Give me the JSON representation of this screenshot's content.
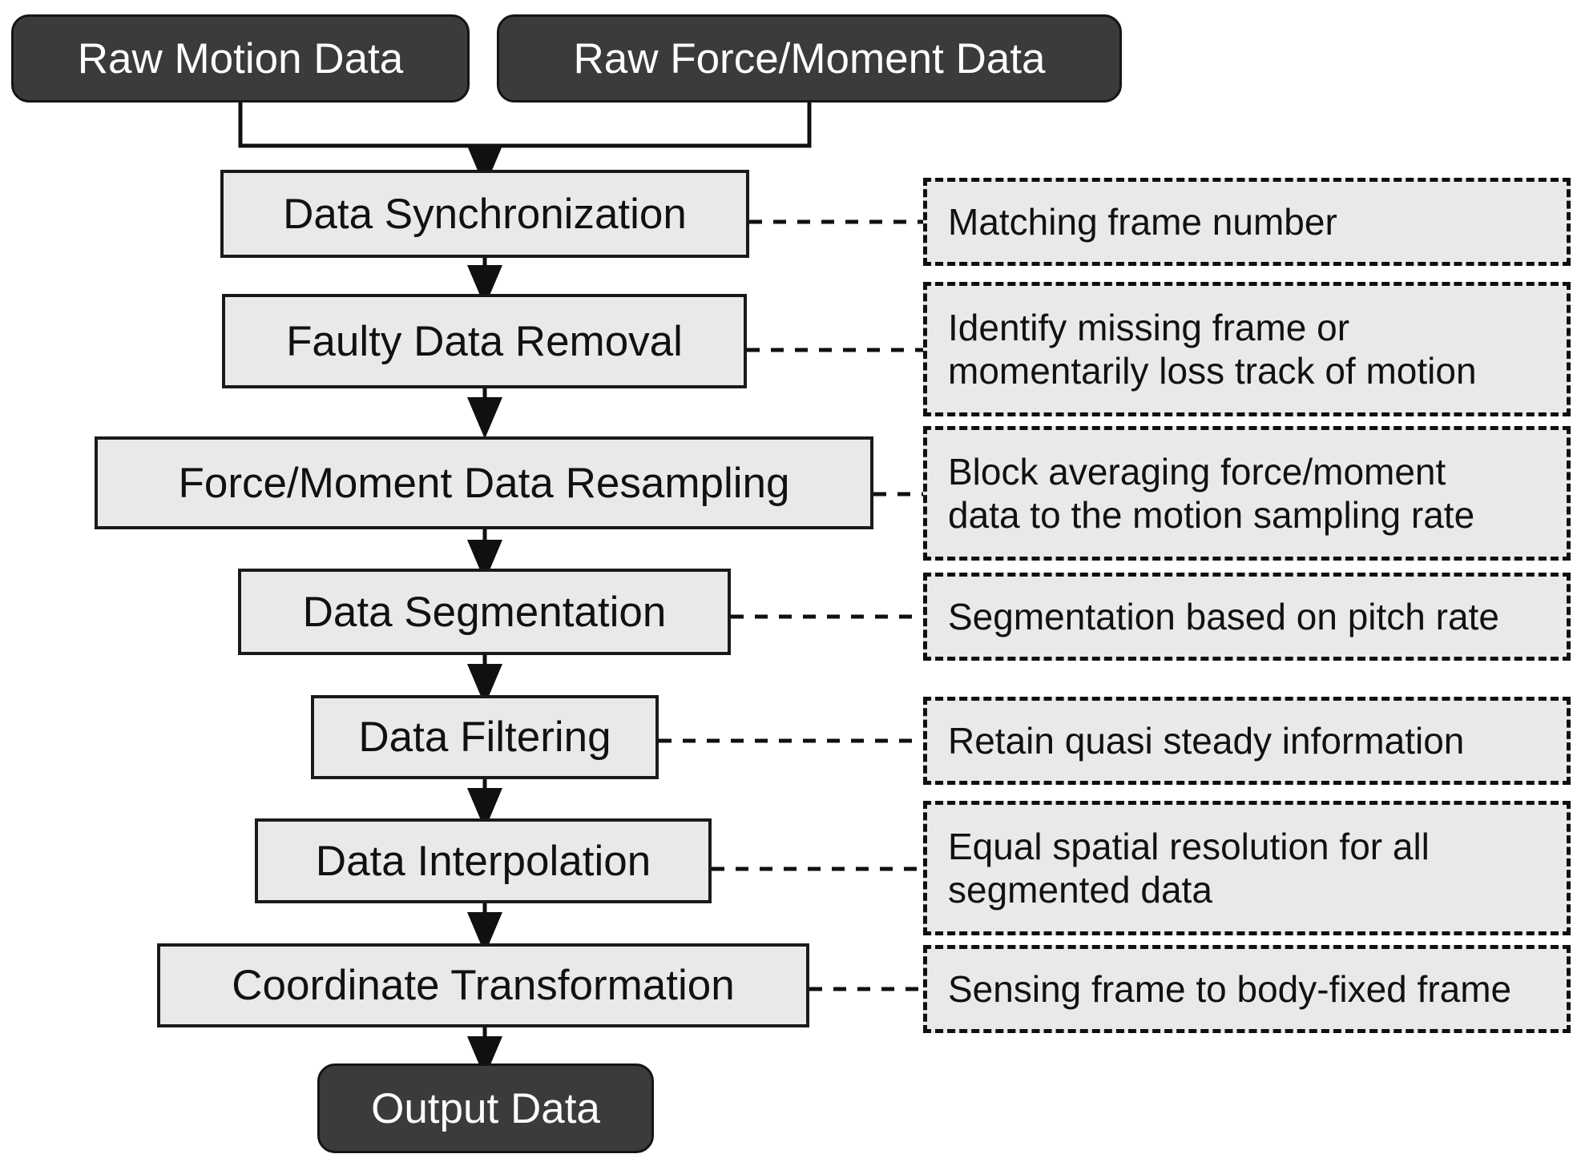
{
  "diagram": {
    "title": "Data processing pipeline flowchart",
    "colors": {
      "terminal_fill": "#3b3b3b",
      "terminal_text": "#ffffff",
      "process_fill": "#e9e9e9",
      "note_fill": "#e9e9e9",
      "stroke": "#101010",
      "background": "#ffffff"
    },
    "inputs": [
      {
        "label": "Raw Motion Data"
      },
      {
        "label": "Raw Force/Moment Data"
      }
    ],
    "steps": [
      {
        "label": "Data Synchronization",
        "note": [
          "Matching frame number"
        ]
      },
      {
        "label": "Faulty Data Removal",
        "note": [
          "Identify missing frame or",
          "momentarily loss track of motion"
        ]
      },
      {
        "label": "Force/Moment Data Resampling",
        "note": [
          "Block averaging force/moment",
          "data to the motion sampling rate"
        ]
      },
      {
        "label": "Data Segmentation",
        "note": [
          "Segmentation based on pitch rate"
        ]
      },
      {
        "label": "Data Filtering",
        "note": [
          "Retain quasi steady information"
        ]
      },
      {
        "label": "Data Interpolation",
        "note": [
          "Equal spatial resolution for all",
          "segmented data"
        ]
      },
      {
        "label": "Coordinate Transformation",
        "note": [
          "Sensing frame to body-fixed frame"
        ]
      }
    ],
    "output": {
      "label": "Output Data"
    }
  }
}
